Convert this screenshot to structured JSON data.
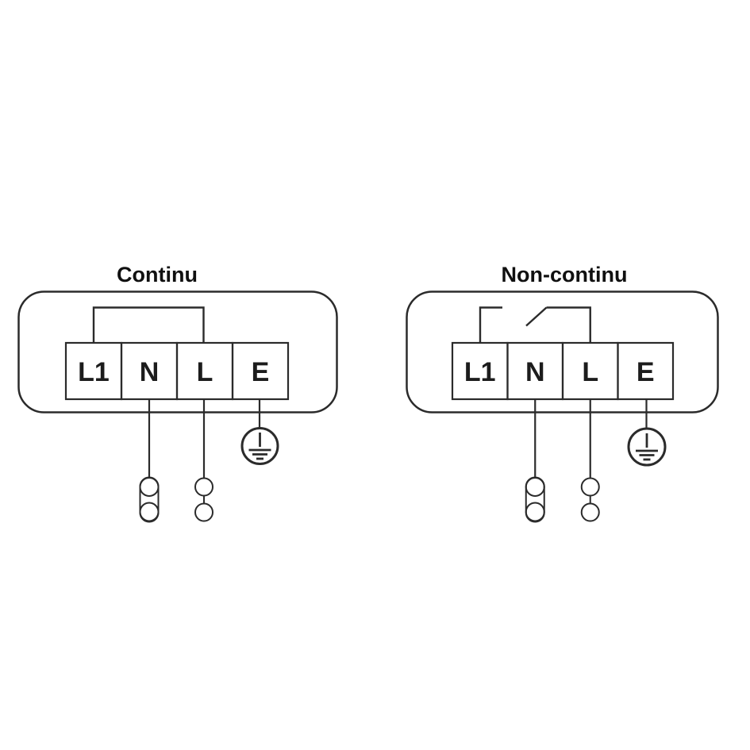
{
  "colors": {
    "background": "#ffffff",
    "line": "#2b2b2b",
    "title_text": "#101010",
    "terminal_text": "#1c1c1c"
  },
  "diagrams": [
    {
      "title": "Continu",
      "terminals": [
        "L1",
        "N",
        "L",
        "E"
      ],
      "link_type": "solid-jumper-l1-to-l",
      "symbols": {
        "under_n": "double-circle-capsule-connector",
        "under_l": "double-circle-link-connector",
        "under_e": "protective-earth-ground-symbol"
      }
    },
    {
      "title": "Non-continu",
      "terminals": [
        "L1",
        "N",
        "L",
        "E"
      ],
      "link_type": "open-switch-contact-l1-to-l",
      "symbols": {
        "under_n": "double-circle-capsule-connector",
        "under_l": "double-circle-link-connector",
        "under_e": "protective-earth-ground-symbol"
      }
    }
  ]
}
